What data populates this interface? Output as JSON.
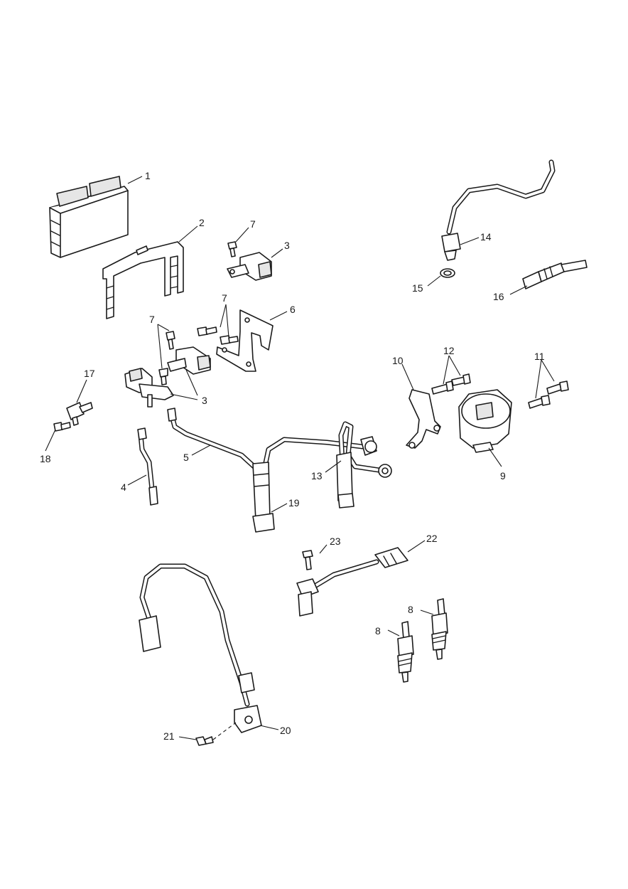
{
  "callouts": [
    {
      "id": "c1",
      "label": "1"
    },
    {
      "id": "c2",
      "label": "2"
    },
    {
      "id": "c3a",
      "label": "3"
    },
    {
      "id": "c3b",
      "label": "3"
    },
    {
      "id": "c4",
      "label": "4"
    },
    {
      "id": "c5",
      "label": "5"
    },
    {
      "id": "c6",
      "label": "6"
    },
    {
      "id": "c7a",
      "label": "7"
    },
    {
      "id": "c7b",
      "label": "7"
    },
    {
      "id": "c7c",
      "label": "7"
    },
    {
      "id": "c8a",
      "label": "8"
    },
    {
      "id": "c8b",
      "label": "8"
    },
    {
      "id": "c9",
      "label": "9"
    },
    {
      "id": "c10",
      "label": "10"
    },
    {
      "id": "c11",
      "label": "11"
    },
    {
      "id": "c12",
      "label": "12"
    },
    {
      "id": "c13",
      "label": "13"
    },
    {
      "id": "c14",
      "label": "14"
    },
    {
      "id": "c15",
      "label": "15"
    },
    {
      "id": "c16",
      "label": "16"
    },
    {
      "id": "c17",
      "label": "17"
    },
    {
      "id": "c18",
      "label": "18"
    },
    {
      "id": "c19",
      "label": "19"
    },
    {
      "id": "c20",
      "label": "20"
    },
    {
      "id": "c21",
      "label": "21"
    },
    {
      "id": "c22",
      "label": "22"
    },
    {
      "id": "c23",
      "label": "23"
    }
  ]
}
